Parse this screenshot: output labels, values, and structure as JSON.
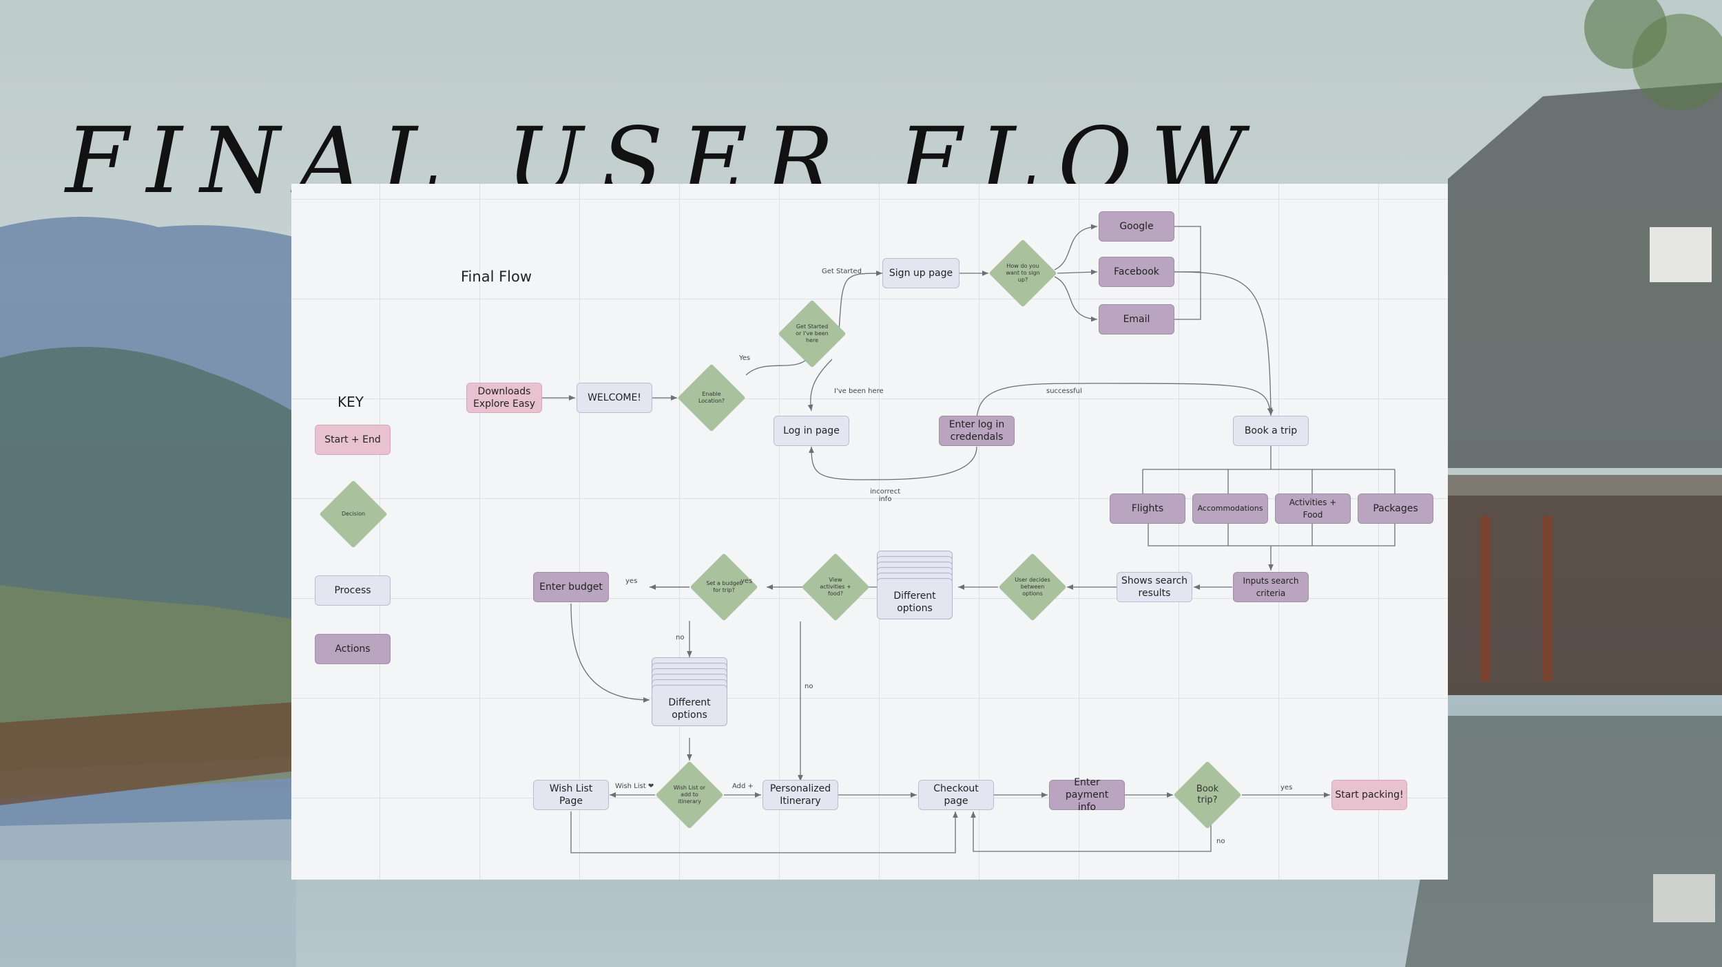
{
  "title": "FINAL USER FLOW",
  "diagram": {
    "heading": "Final Flow",
    "key": {
      "title": "KEY",
      "items": [
        {
          "label": "Start + End",
          "kind": "start"
        },
        {
          "label": "Decision",
          "kind": "decision"
        },
        {
          "label": "Process",
          "kind": "process"
        },
        {
          "label": "Actions",
          "kind": "action"
        }
      ]
    },
    "nodes": {
      "downloads": "Downloads\nExplore Easy",
      "welcome": "WELCOME!",
      "enable_location": "Enable Location?",
      "get_started_q": "Get Started or I've been here",
      "sign_up_page": "Sign up page",
      "how_sign_up": "How do you want to sign up?",
      "google": "Google",
      "facebook": "Facebook",
      "email": "Email",
      "log_in_page": "Log in page",
      "enter_login": "Enter log in\ncredendals",
      "book_a_trip": "Book a trip",
      "flights": "Flights",
      "accommodations": "Accommodations",
      "activities_food": "Activities + Food",
      "packages": "Packages",
      "inputs_search": "Inputs search\ncriteria",
      "shows_results": "Shows search\nresults",
      "user_decides": "User decides between options",
      "different_options_1": "Different\noptions",
      "view_activities": "View activities + food?",
      "set_budget_q": "Set a budget for trip?",
      "enter_budget": "Enter budget",
      "different_options_2": "Different\noptions",
      "wish_list_q": "Wish List or add to itinerary",
      "wish_list_page": "Wish List Page",
      "personalized_itinerary": "Personalized\nItinerary",
      "checkout_page": "Checkout page",
      "enter_payment": "Enter payment\ninfo",
      "book_trip_q": "Book\ntrip?",
      "start_packing": "Start packing!"
    },
    "edge_labels": {
      "get_started": "Get Started",
      "yes_location": "Yes",
      "been_here": "I've been here",
      "successful": "successful",
      "incorrect_info": "incorrect\ninfo",
      "yes_budget": "yes",
      "yes_view": "yes",
      "no_budget": "no",
      "no_view": "no",
      "wish_list": "Wish List ❤",
      "add_plus": "Add +",
      "yes_book": "yes",
      "no_book": "no"
    }
  }
}
